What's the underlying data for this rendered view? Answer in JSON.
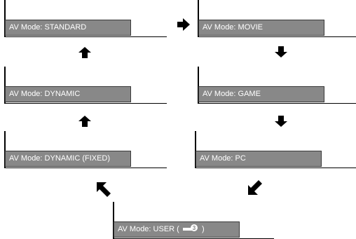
{
  "diagram": {
    "screens": {
      "standard": "AV Mode: STANDARD",
      "movie": "AV Mode: MOVIE",
      "dynamic": "AV Mode: DYNAMIC",
      "game": "AV Mode: GAME",
      "dynamic_fixed": "AV Mode: DYNAMIC (FIXED)",
      "pc": "AV Mode: PC",
      "user_prefix": "AV Mode: USER (",
      "user_suffix": ")"
    },
    "user_icon": {
      "name": "input-terminal-icon",
      "number": "3"
    },
    "colors": {
      "label_fill": "#888888",
      "label_text": "#ffffff",
      "arrow": "#000000"
    }
  }
}
